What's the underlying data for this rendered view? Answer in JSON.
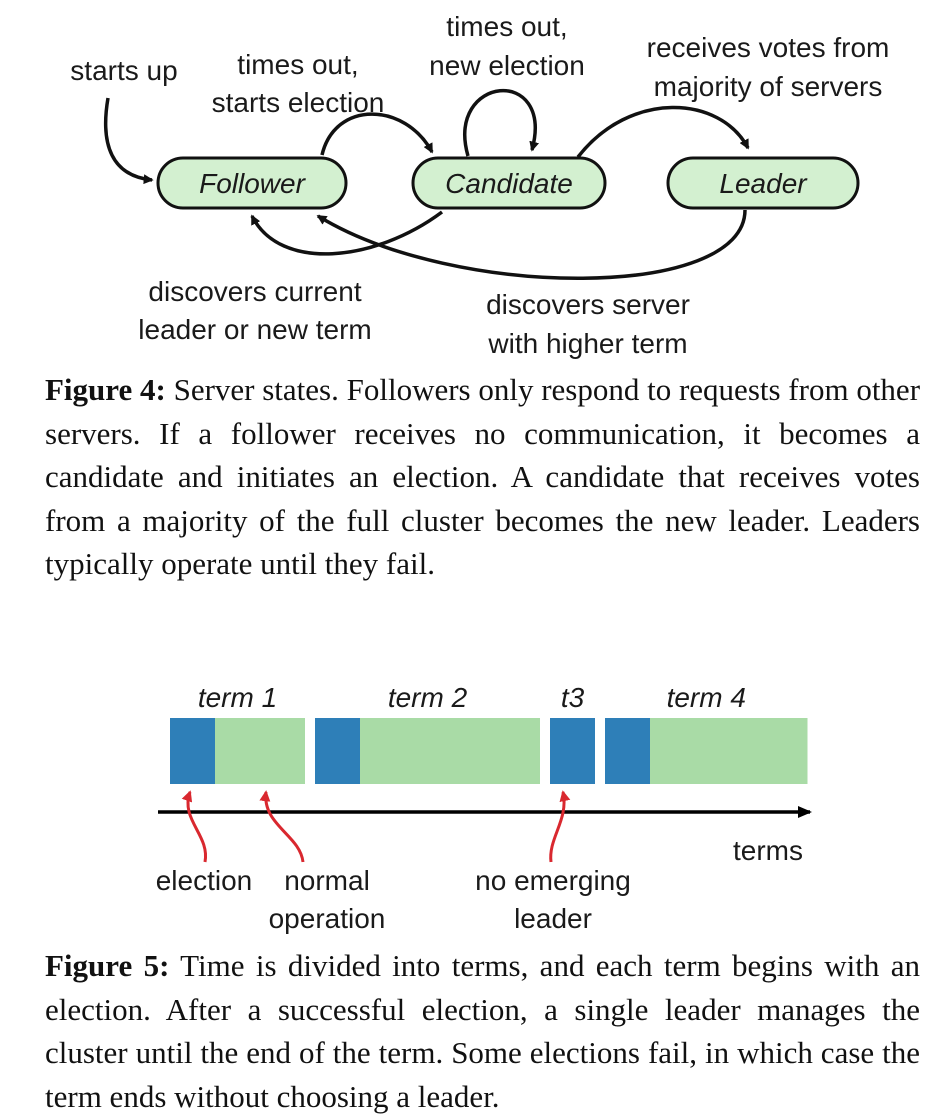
{
  "figure4": {
    "states": {
      "follower": "Follower",
      "candidate": "Candidate",
      "leader": "Leader"
    },
    "transitions": {
      "starts_up": "starts up",
      "times_out_starts_election": [
        "times out,",
        "starts election"
      ],
      "times_out_new_election": [
        "times out,",
        "new election"
      ],
      "receives_votes": [
        "receives votes from",
        "majority of servers"
      ],
      "discovers_current_leader": [
        "discovers current",
        "leader or new term"
      ],
      "discovers_higher_term": [
        "discovers server",
        "with higher term"
      ]
    },
    "colors": {
      "state_fill": "#d3f0d0",
      "stroke": "#111111"
    },
    "caption": {
      "label": "Figure 4:",
      "text": " Server states. Followers only respond to requests from other servers. If a follower receives no communication, it becomes a candidate and initiates an election. A candidate that receives votes from a majority of the full cluster becomes the new leader. Leaders typically operate until they fail."
    }
  },
  "figure5": {
    "chart_data": {
      "type": "timeline",
      "axis_label": "terms",
      "terms": [
        {
          "label": "term 1",
          "election": 1,
          "normal_operation": 2
        },
        {
          "label": "term 2",
          "election": 1,
          "normal_operation": 4
        },
        {
          "label": "t3",
          "election": 1,
          "normal_operation": 0
        },
        {
          "label": "term 4",
          "election": 1,
          "normal_operation": 3.5
        }
      ]
    },
    "annotations": {
      "election": "election",
      "normal_operation": [
        "normal",
        "operation"
      ],
      "no_emerging_leader": [
        "no emerging",
        "leader"
      ]
    },
    "colors": {
      "election": "#2e7fb8",
      "normal_operation": "#a9dba6",
      "annotation_arrow": "#d9282f",
      "axis": "#000000"
    },
    "caption": {
      "label": "Figure 5:",
      "text": " Time is divided into terms, and each term begins with an election. After a successful election, a single leader manages the cluster until the end of the term. Some elections fail, in which case the term ends without choosing a leader."
    }
  }
}
